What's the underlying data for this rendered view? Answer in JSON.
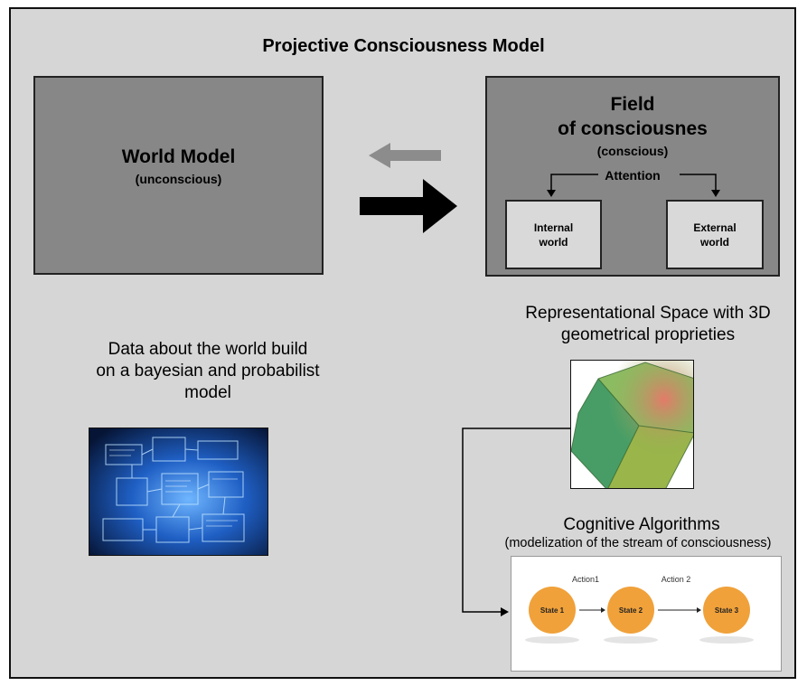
{
  "title": "Projective Consciousness  Model",
  "world_model": {
    "title": "World Model",
    "subtitle": "(unconscious)"
  },
  "field": {
    "line1": "Field",
    "line2": "of consciousnes",
    "subtitle": "(conscious)",
    "attention": "Attention",
    "internal": [
      "Internal",
      "world"
    ],
    "external": [
      "External",
      "world"
    ]
  },
  "data_text": [
    "Data about the world build",
    "on a bayesian and probabilist",
    "model"
  ],
  "rep_space": [
    "Representational Space with 3D",
    "geometrical proprieties"
  ],
  "cognitive": {
    "title": "Cognitive Algorithms",
    "subtitle": "(modelization of the stream of consciousness)",
    "states": [
      "State 1",
      "State 2",
      "State 3"
    ],
    "actions": [
      "Action1",
      "Action 2"
    ]
  },
  "colors": {
    "background": "#d6d6d6",
    "box_fill": "#878787",
    "inner_box_fill": "#d9d9d9",
    "state_orange": "#f0a13a",
    "arrow_dark": "#000000",
    "arrow_light": "#8c8c8c"
  }
}
